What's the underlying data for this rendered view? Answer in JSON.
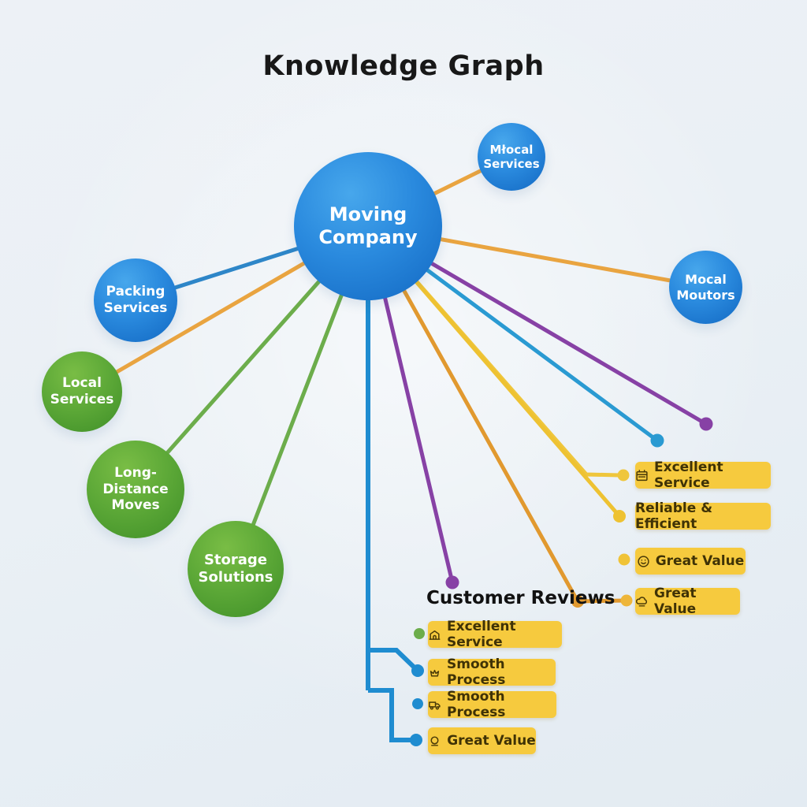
{
  "title": "Knowledge Graph",
  "colors": {
    "background": "#eaf0f5",
    "node_blue": "#1f7ed2",
    "node_green": "#55a433",
    "edge_blue": "#2e86c8",
    "edge_orange": "#e9a440",
    "edge_green": "#6cad4b",
    "edge_teal": "#2a9ad2",
    "edge_purple": "#8741a5",
    "edge_amber": "#e1992f",
    "edge_yellow": "#efc63c",
    "edge_connector_blue": "#1f8cd0",
    "badge_bg": "#f6ca3e",
    "badge_text": "#3f3206",
    "title_text": "#181818"
  },
  "nodes": {
    "center": {
      "label": "Moving\nCompany"
    },
    "top_right": {
      "label": "Młocal\nServices"
    },
    "right": {
      "label": "Mocal\nMoutors"
    },
    "packing": {
      "label": "Packing\nServices"
    },
    "local": {
      "label": "Local\nServices"
    },
    "long_distance": {
      "label": "Long-Distance\nMoves"
    },
    "storage": {
      "label": "Storage\nSolutions"
    }
  },
  "badges": {
    "right": [
      {
        "label": "Excellent Service",
        "icon": "calendar-icon"
      },
      {
        "label": "Reliable & Efficient",
        "icon": "none"
      },
      {
        "label": "Great Value",
        "icon": "smiley-icon"
      },
      {
        "label": "Great Value",
        "icon": "cloud-icon"
      }
    ],
    "bottom_heading": "Customer Reviews",
    "bottom": [
      {
        "label": "Excellent Service",
        "icon": "building-icon"
      },
      {
        "label": "Smooth Process",
        "icon": "crown-icon"
      },
      {
        "label": "Smooth Process",
        "icon": "truck-icon"
      },
      {
        "label": "Great Value",
        "icon": "dome-icon"
      }
    ]
  }
}
